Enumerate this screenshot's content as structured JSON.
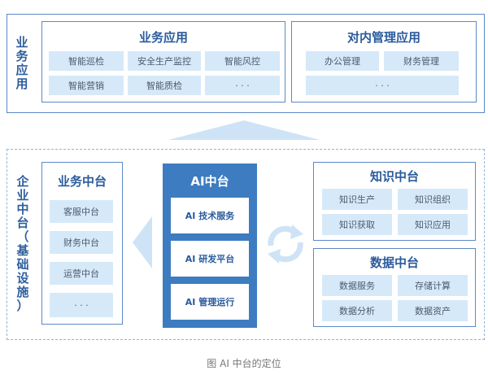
{
  "business_section": {
    "side_label": [
      "业",
      "务",
      "应",
      "用"
    ],
    "business_apps": {
      "title": "业务应用",
      "items": [
        "智能巡检",
        "安全生产监控",
        "智能风控",
        "智能营销",
        "智能质检",
        "· · ·"
      ]
    },
    "internal_apps": {
      "title": "对内管理应用",
      "items": [
        "办公管理",
        "财务管理",
        "· · ·"
      ]
    }
  },
  "enterprise_section": {
    "side_label": [
      "企",
      "业",
      "中",
      "台",
      "（",
      "基",
      "础",
      "设",
      "施",
      "）"
    ],
    "business_platform": {
      "title": "业务中台",
      "items": [
        "客服中台",
        "财务中台",
        "运营中台",
        "· · ·"
      ]
    },
    "ai_platform": {
      "title": "AI中台",
      "items": [
        "AI 技术服务",
        "AI 研发平台",
        "AI 管理运行"
      ]
    },
    "knowledge_platform": {
      "title": "知识中台",
      "items": [
        "知识生产",
        "知识组织",
        "知识获取",
        "知识应用"
      ]
    },
    "data_platform": {
      "title": "数据中台",
      "items": [
        "数据服务",
        "存储计算",
        "数据分析",
        "数据资产"
      ]
    }
  },
  "caption": "图  AI 中台的定位",
  "colors": {
    "frame": "#5b89c6",
    "cell": "#d6e9f9",
    "ai_block": "#3d7cc0",
    "arrow": "#cfe3f6"
  }
}
